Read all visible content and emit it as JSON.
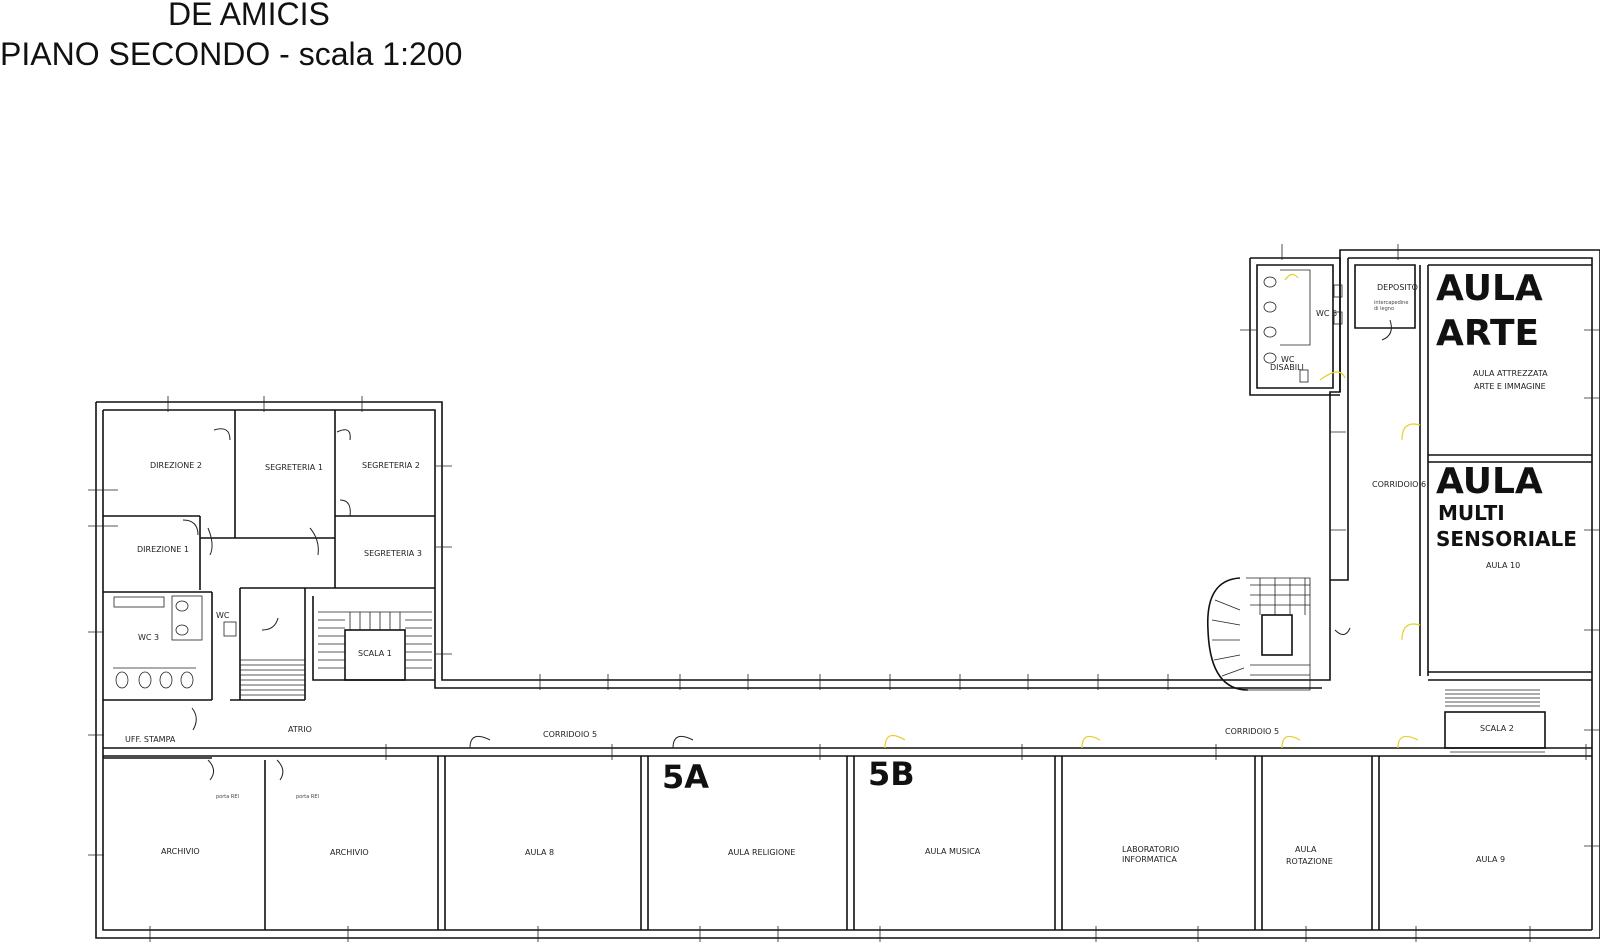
{
  "title": {
    "line1": "DE AMICIS",
    "line2": "PIANO SECONDO - scala 1:200"
  },
  "rooms": {
    "direzione2": "DIREZIONE 2",
    "segreteria1": "SEGRETERIA 1",
    "segreteria2": "SEGRETERIA 2",
    "direzione1": "DIREZIONE 1",
    "segreteria3": "SEGRETERIA 3",
    "wc": "WC",
    "wc3": "WC 3",
    "scala1": "SCALA 1",
    "uff_stampa": "UFF. STAMPA",
    "atrio": "ATRIO",
    "corridoio5_left": "CORRIDOIO 5",
    "corridoio5_right": "CORRIDOIO 5",
    "corridoio6": "CORRIDOIO 6",
    "archivio1": "ARCHIVIO",
    "archivio2": "ARCHIVIO",
    "aula8": "AULA 8",
    "aula_religione": "AULA RELIGIONE",
    "aula_musica": "AULA MUSICA",
    "lab_line1": "LABORATORIO",
    "lab_line2": "INFORMATICA",
    "rotazione_line1": "AULA",
    "rotazione_line2": "ROTAZIONE",
    "aula9": "AULA 9",
    "scala2": "SCALA 2",
    "aula10": "AULA 10",
    "attrezzata_line1": "AULA  ATTREZZATA",
    "attrezzata_line2": "ARTE E IMMAGINE",
    "deposito": "DEPOSITO",
    "intercapedine1": "intercapedine",
    "intercapedine2": "di legno",
    "wc6": "WC 6",
    "wc_disabili_1": "WC",
    "wc_disabili_2": "DISABILI",
    "porta_rei_1": "porta REI",
    "porta_rei_2": "porta REI"
  },
  "overlays": {
    "aula_arte_1": "AULA",
    "aula_arte_2": "ARTE",
    "aula_multi_1": "AULA",
    "aula_multi_2": "MULTI",
    "aula_multi_3": "SENSORIALE",
    "label_5a": "5A",
    "label_5b": "5B"
  },
  "colors": {
    "walls": "#111111",
    "door_highlight": "#e6cf2a",
    "background": "#ffffff"
  }
}
